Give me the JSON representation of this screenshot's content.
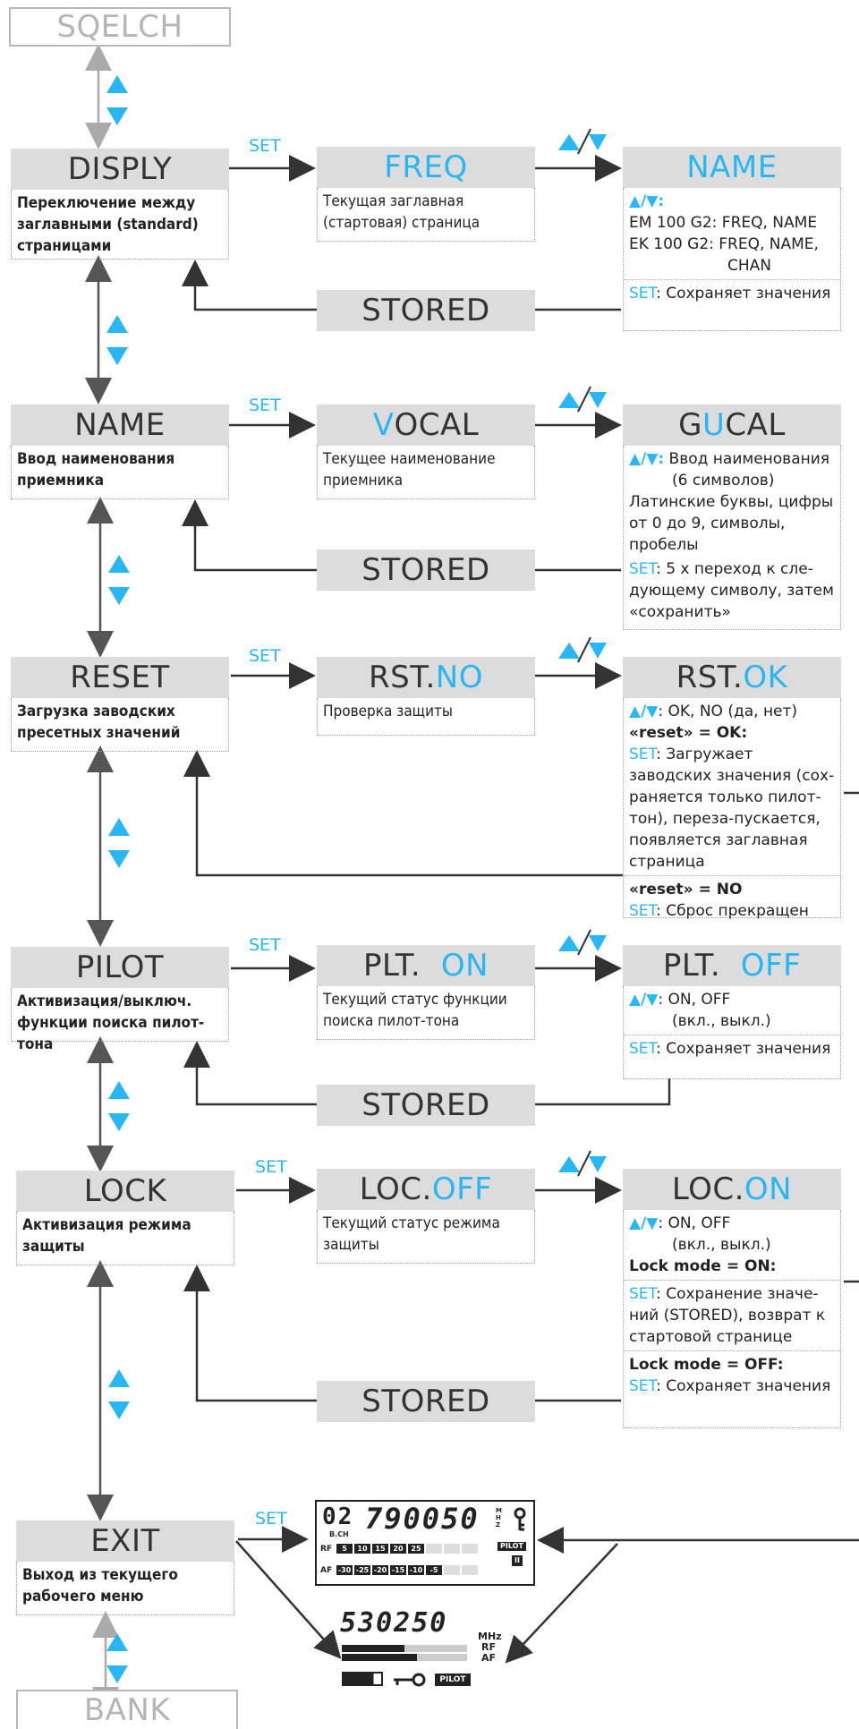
{
  "colors": {
    "accent": "#29b6f6",
    "header_bg": "#dcdcdc",
    "line": "#444444",
    "ghost": "#b5b5b5"
  },
  "set_label": "SET",
  "stored_label": "STORED",
  "top": {
    "sqelch": "SQELCH"
  },
  "bottom": {
    "bank": "BANK"
  },
  "display": {
    "title": "DISPLY",
    "desc": "Переключение между заглавными (standard) страницами",
    "current_title": "FREQ",
    "current_desc": "Текущая заглавная (стартовая) страница",
    "option_title": "NAME",
    "opt_arrows": "▲/▼:",
    "opt_line1": "EM 100 G2: FREQ, NAME",
    "opt_line2": "EK  100 G2: FREQ, NAME,",
    "opt_line3": "CHAN",
    "opt_set": "SET",
    "opt_set_text": ": Сохраняет значения"
  },
  "name": {
    "title": "NAME",
    "desc": "Ввод наименования приемника",
    "current_title_hl": "V",
    "current_title_rest": "OCAL",
    "current_desc": "Текущее наименование приемника",
    "option_title_pre": "G",
    "option_title_hl": "U",
    "option_title_post": "CAL",
    "opt_arrows": "▲/▼:",
    "opt_line1": " Ввод наименования",
    "opt_line2": "(6 символов)",
    "opt_line3": "Латинские буквы, цифры от 0 до 9, символы, пробелы",
    "opt_set": "SET",
    "opt_set_text": ": 5 x переход к сле-дующему символу, затем «сохранить»"
  },
  "reset": {
    "title": "RESET",
    "desc": "Загрузка заводских пресетных значений",
    "current_title_pre": "RST. ",
    "current_title_hl": "NO",
    "current_desc": "Проверка защиты",
    "option_title_pre": "RST. ",
    "option_title_hl": "OK",
    "opt_arrows": "▲/▼",
    "opt_line1": ": OK, NO (да, нет)",
    "opt_ok_head": "«reset» = OK:",
    "opt_set": "SET",
    "opt_ok_text": ": Загружает заводских значения (сох-раняется только пилот-тон), переза-пускается, появляется заглавная страница",
    "opt_no_head": "«reset» = NO",
    "opt_no_text": ": Сброс прекращен"
  },
  "pilot": {
    "title": "PILOT",
    "desc": "Активизация/выключ. функции поиска пилот-тона",
    "current_title_pre": "PLT.  ",
    "current_title_hl": "ON",
    "current_desc": "Текущий статус функции поиска пилот-тона",
    "option_title_pre": "PLT.  ",
    "option_title_hl": "OFF",
    "opt_arrows": "▲/▼",
    "opt_line1": ": ON, OFF",
    "opt_line2": "(вкл., выкл.)",
    "opt_set": "SET",
    "opt_set_text": ": Сохраняет значения"
  },
  "lock": {
    "title": "LOCK",
    "desc": "Активизация режима защиты",
    "current_title_pre": "LOC.",
    "current_title_hl": "OFF",
    "current_desc": "Текущий статус режима защиты",
    "option_title_pre": "LOC.",
    "option_title_hl": "ON",
    "opt_arrows": "▲/▼",
    "opt_line1": ": ON, OFF",
    "opt_line2": "(вкл., выкл.)",
    "opt_on_head": "Lock mode = ON:",
    "opt_set": "SET",
    "opt_on_text": ": Сохранение значе-ний (STORED), возврат к стартовой странице",
    "opt_off_head": "Lock mode = OFF:",
    "opt_off_text": ": Сохраняет значения"
  },
  "exit": {
    "title": "EXIT",
    "desc": "Выход из текущего рабочего меню"
  },
  "lcd1": {
    "channel": "02",
    "channel_label": "B.CH",
    "freq": "790050",
    "mhz": "M H Z",
    "rf": "RF",
    "af": "AF",
    "rf_cells": [
      "5",
      "10",
      "15",
      "20",
      "25",
      "",
      "",
      ""
    ],
    "af_cells": [
      "-30",
      "-25",
      "-20",
      "-15",
      "-10",
      "-5",
      "",
      ""
    ],
    "pilot": "PILOT",
    "bank_ind": "II"
  },
  "lcd2": {
    "freq": "530250",
    "mhz": "MHz",
    "rf": "RF",
    "af": "AF",
    "pilot": "PILOT"
  }
}
